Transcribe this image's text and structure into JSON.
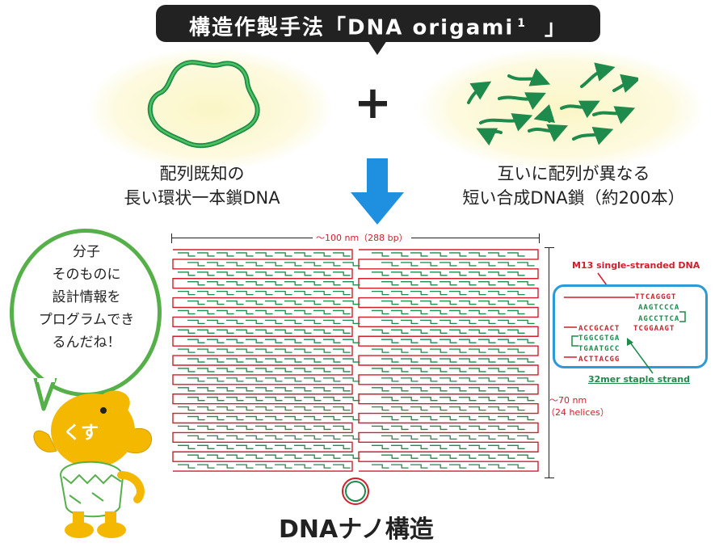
{
  "title": {
    "text": "構造作製手法「DNA origami",
    "superscript": "1",
    "close": "」"
  },
  "plus_sign": "+",
  "left_caption": {
    "line1": "配列既知の",
    "line2": "長い環状一本鎖DNA"
  },
  "right_caption": {
    "line1": "互いに配列が異なる",
    "line2": "短い合成DNA鎖（約200本）"
  },
  "bubble": {
    "lines": [
      "分子",
      "そのものに",
      "設計情報を",
      "プログラムでき",
      "るんだね！"
    ]
  },
  "mascot": {
    "label": "くす"
  },
  "dimension": {
    "width_label": "～100 nm（288 bp）",
    "height_label": "～70 nm",
    "height_sub": "（24 helices）"
  },
  "inset": {
    "m13_label": "M13 single-stranded DNA",
    "staple_label": "32mer staple strand",
    "sequences": [
      "TTCAGGGT",
      "AAGTCCCA",
      "AGCCTTCA",
      "ACCGCACT",
      "TCGGAAGT",
      "TGGCGTGA",
      "TGAATGCC",
      "ACTTACGG"
    ]
  },
  "nano_title": "DNAナノ構造",
  "colors": {
    "red": "#d01e2a",
    "green": "#1e8a4c",
    "blue": "#2c9ad8",
    "arrow": "#1f8fe0",
    "bubble": "#56b04a",
    "mascot": "#f5b800"
  }
}
